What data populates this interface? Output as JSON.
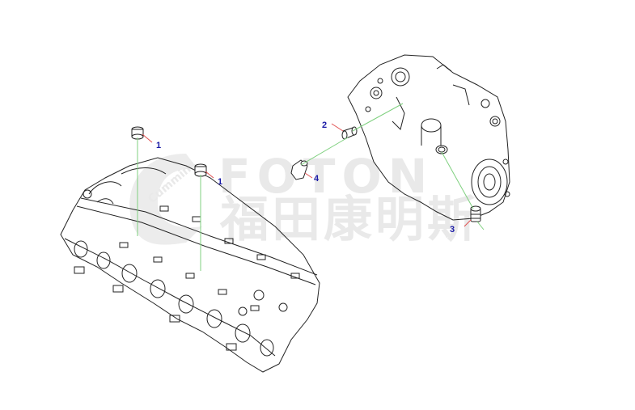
{
  "watermark": {
    "brand_latin": "FOTON",
    "brand_chinese": "福田康明斯",
    "logo_text": "Cummins"
  },
  "callouts": [
    {
      "id": "c1a",
      "label": "1"
    },
    {
      "id": "c1b",
      "label": "1"
    },
    {
      "id": "c2",
      "label": "2"
    },
    {
      "id": "c3",
      "label": "3"
    },
    {
      "id": "c4",
      "label": "4"
    }
  ],
  "colors": {
    "line_art": "#222222",
    "leader": "#7fd07f",
    "leader_red": "#e05050",
    "callout_text": "#1a1aa6",
    "watermark": "#e9e9e9"
  }
}
